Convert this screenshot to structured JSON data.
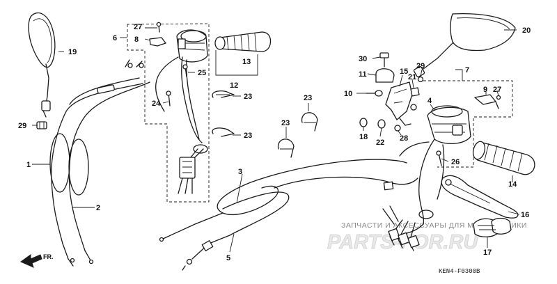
{
  "callouts": {
    "c1": "1",
    "c2": "2",
    "c3": "3",
    "c4": "4",
    "c5": "5",
    "c6": "6",
    "c7": "7",
    "c8": "8",
    "c9": "9",
    "c10": "10",
    "c11": "11",
    "c12": "12",
    "c13": "13",
    "c14": "14",
    "c15": "15",
    "c16": "16",
    "c17": "17",
    "c18": "18",
    "c19": "19",
    "c20": "20",
    "c21": "21",
    "c22": "22",
    "c26": "26",
    "c30": "30",
    "c23a": "23",
    "c23b": "23",
    "c23c": "23",
    "c23d": "23",
    "c24": "24",
    "c25": "25",
    "c27a": "27",
    "c27b": "27",
    "c28": "28",
    "c29a": "29",
    "c29b": "29"
  },
  "direction_label": "FR.",
  "diagram_code": "KEN4-F0300B",
  "watermark": {
    "line": "ЗАПЧАСТИ И АКСЕССУАРЫ ДЛЯ МОТОТЕХНИКИ",
    "logo": "PARTS-FOR.RU"
  }
}
